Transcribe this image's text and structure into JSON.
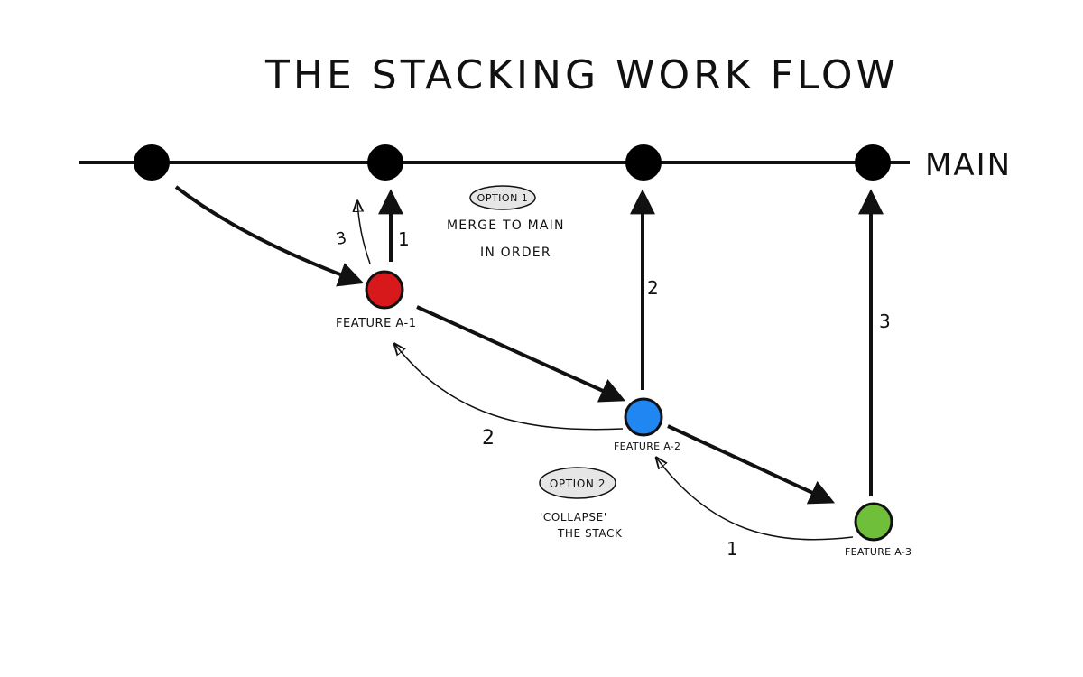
{
  "title": "THE STACKING WORK FLOW",
  "main_label": "MAIN",
  "features": [
    {
      "label": "FEATURE A-1",
      "color": "#d7191c"
    },
    {
      "label": "FEATURE A-2",
      "color": "#1f86f2"
    },
    {
      "label": "FEATURE A-3",
      "color": "#6fbf3b"
    }
  ],
  "option1": {
    "badge": "OPTION 1",
    "line1": "MERGE TO MAIN",
    "line2": "IN ORDER",
    "step_labels": [
      "1",
      "2",
      "3"
    ]
  },
  "option2": {
    "badge": "OPTION 2",
    "line1": "'COLLAPSE'",
    "line2": "THE STACK",
    "step_labels": [
      "1",
      "2",
      "3"
    ]
  },
  "colors": {
    "ink": "#111111",
    "commit": "#000000",
    "badge_fill": "#e6e6e6"
  }
}
